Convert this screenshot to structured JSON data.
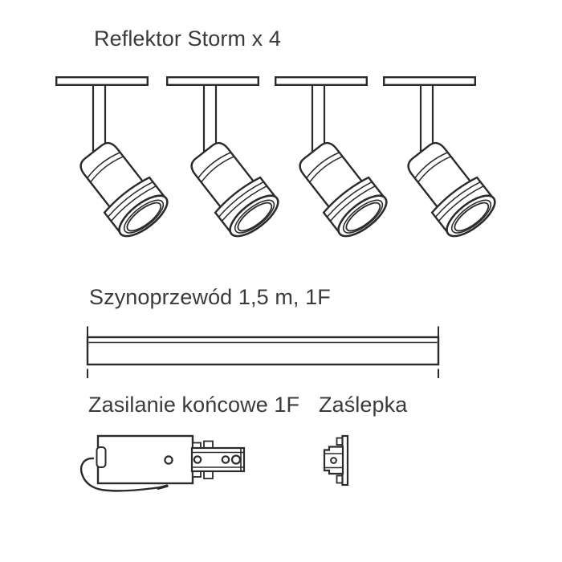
{
  "theme": {
    "background": "#ffffff",
    "line_color": "#2b2b2b",
    "text_color": "#3b3b3b"
  },
  "items": {
    "spotlights": {
      "label": "Reflektor Storm x 4",
      "count": 4
    },
    "track": {
      "label": "Szynoprzewód 1,5 m, 1F"
    },
    "power_feed": {
      "label": "Zasilanie końcowe 1F"
    },
    "end_cap": {
      "label": "Zaślepka"
    }
  }
}
